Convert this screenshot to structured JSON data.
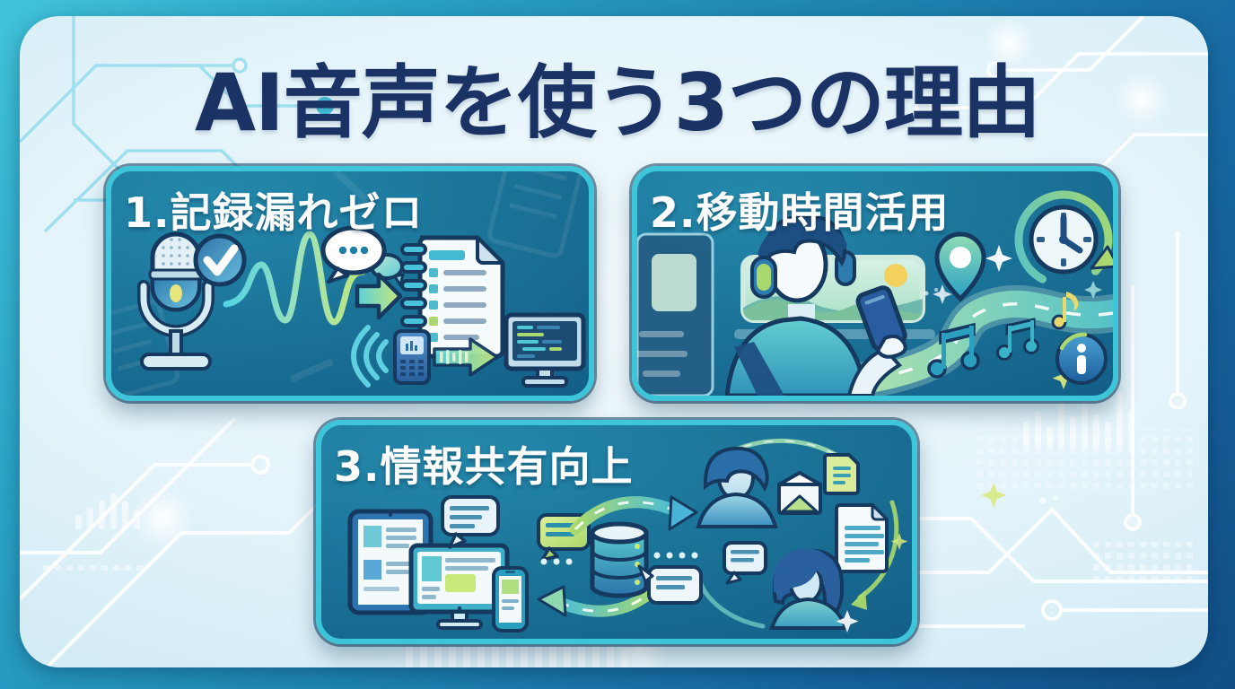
{
  "title": "AI音声を使う3つの理由",
  "panels": [
    {
      "number": "1",
      "label": "1.記録漏れゼロ",
      "icons": [
        "microphone-icon",
        "checkmark-circle-icon",
        "waveform-icon",
        "speech-bubbles-icon",
        "arrow-right-icon",
        "spiral-checklist-document-icon",
        "sound-waves-icon",
        "voice-recorder-icon",
        "data-transfer-arrow-icon",
        "code-monitor-icon"
      ]
    },
    {
      "number": "2",
      "label": "2.移動時間活用",
      "icons": [
        "train-door-icon",
        "train-window-icon",
        "listener-with-headphones-icon",
        "smartphone-icon",
        "location-pin-icon",
        "winding-road-icon",
        "music-notes-icon",
        "sparkle-icons",
        "clock-history-icon",
        "info-circle-icon"
      ]
    },
    {
      "number": "3",
      "label": "3.情報共有向上",
      "icons": [
        "tablet-icon",
        "desktop-monitor-icon",
        "mobile-phone-icon",
        "chat-bubble-icons",
        "green-chat-bubble-icon",
        "database-icon",
        "sync-arrows-icon",
        "dotted-link-icon",
        "man-avatar-icon",
        "woman-avatar-icon",
        "envelope-icon",
        "small-document-icon",
        "large-document-icon",
        "circular-flow-arrows-icon"
      ]
    }
  ],
  "colors": {
    "frame_gradient_start": "#41c4da",
    "frame_gradient_end": "#114e86",
    "canvas_background": "#e4f4fa",
    "title_text": "#1a3264",
    "panel_border": "#3dc5da",
    "panel_background_top": "#2489ab",
    "panel_background_bottom": "#125a83",
    "panel_title_text": "#ffffff",
    "outline_navy": "#16395f",
    "accent_teal": "#49c3da",
    "accent_green": "#a9d96e",
    "accent_yellow": "#e9d86c"
  },
  "background_decorations": [
    "circuit-traces",
    "audio-equalizer-bars",
    "pixel-data-dots",
    "glow-dots"
  ]
}
